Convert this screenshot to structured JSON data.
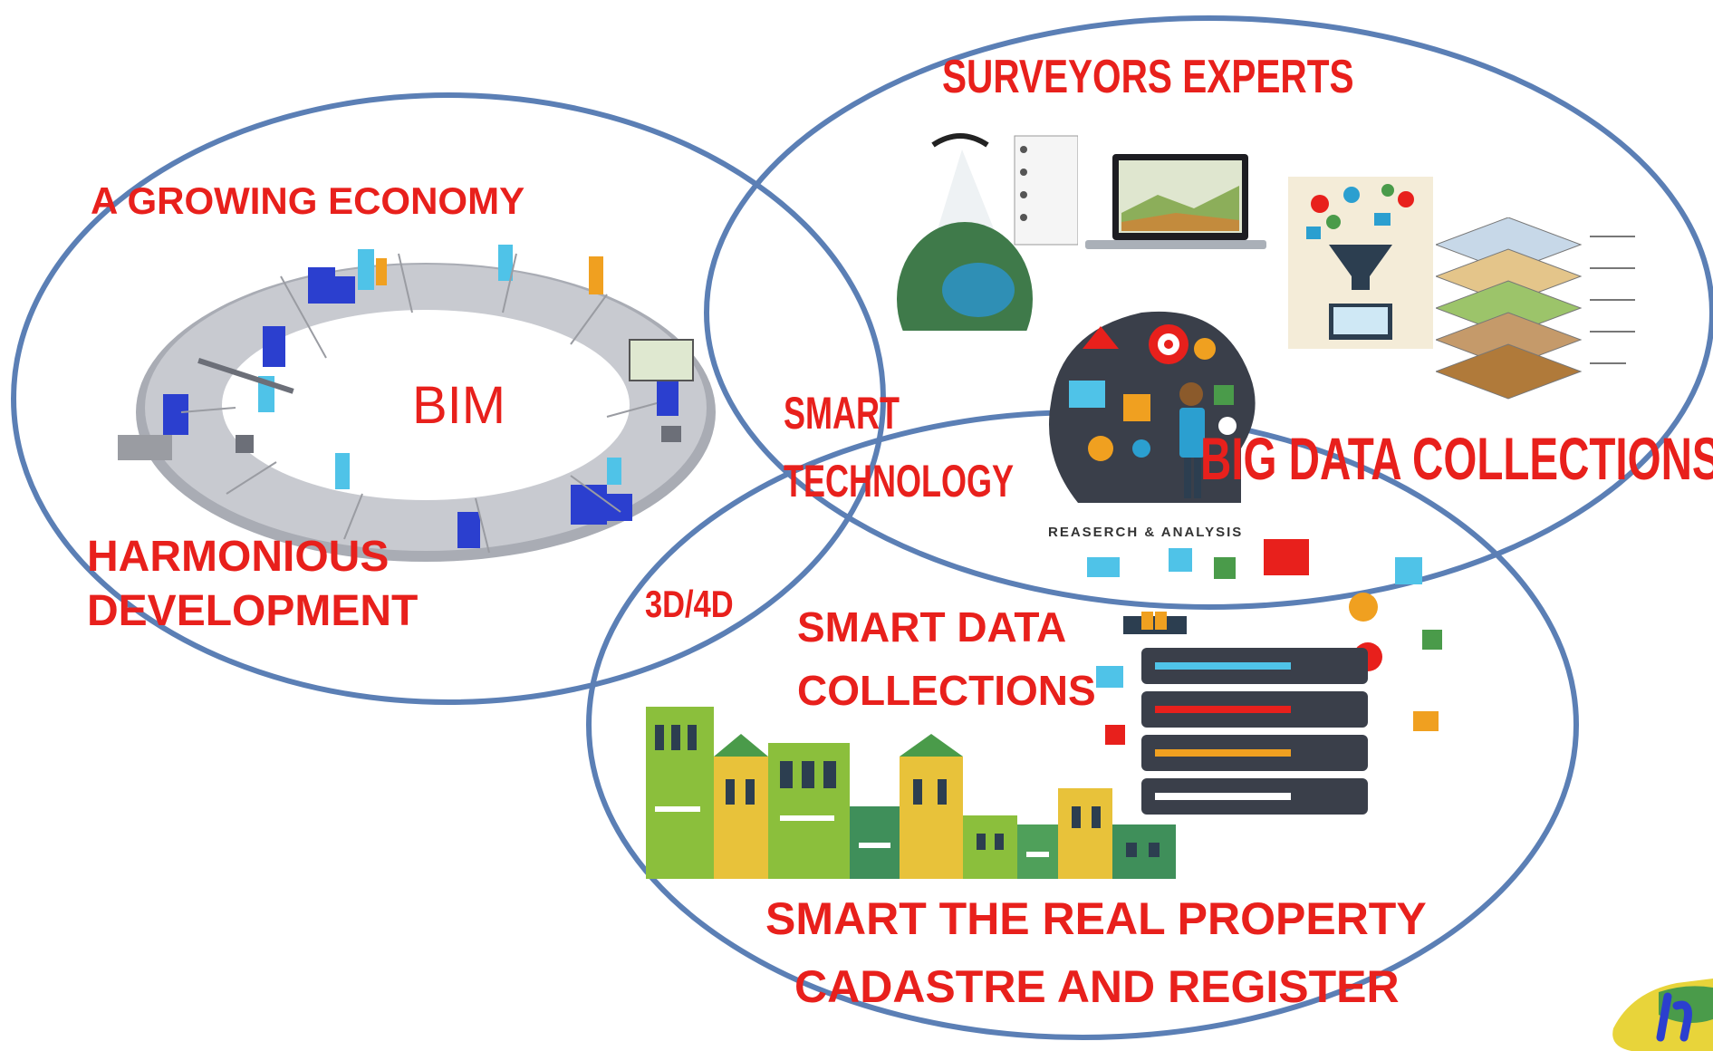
{
  "labels": {
    "growing_economy": "A GROWING ECONOMY",
    "bim": "BIM",
    "harmonious_line1": "HARMONIOUS",
    "harmonious_line2": "DEVELOPMENT",
    "surveyors": "SURVEYORS EXPERTS",
    "smart_technology_line1": "SMART",
    "smart_technology_line2": "TECHNOLOGY",
    "big_data": "BIG DATA COLLECTIONS",
    "research": "REASERCH & ANALYSIS",
    "three_d": "3D/4D",
    "smart_data_line1": "SMART DATA",
    "smart_data_line2": "COLLECTIONS",
    "cadastre_line1": "SMART THE REAL PROPERTY",
    "cadastre_line2": "CADASTRE AND REGISTER"
  },
  "colors": {
    "ellipse_stroke": "#5b7fb5",
    "label_red": "#e8201c",
    "building_blue": "#2b3fcf",
    "building_cyan": "#4fc3e8",
    "building_orange": "#f0a020",
    "town_green": "#8bbf3c",
    "town_yellow": "#e8c23a",
    "server_dark": "#3a3f4a"
  },
  "icons": {
    "bim_ring": "bim-ring-illustration",
    "globe": "globe-icon",
    "laptop": "laptop-icon",
    "funnel": "data-funnel-icon",
    "gis_layers": "gis-layers-icon",
    "research_head": "research-head-icon",
    "person": "person-icon",
    "server": "server-stack-icon",
    "town": "town-buildings-illustration",
    "logo": "corner-logo"
  }
}
